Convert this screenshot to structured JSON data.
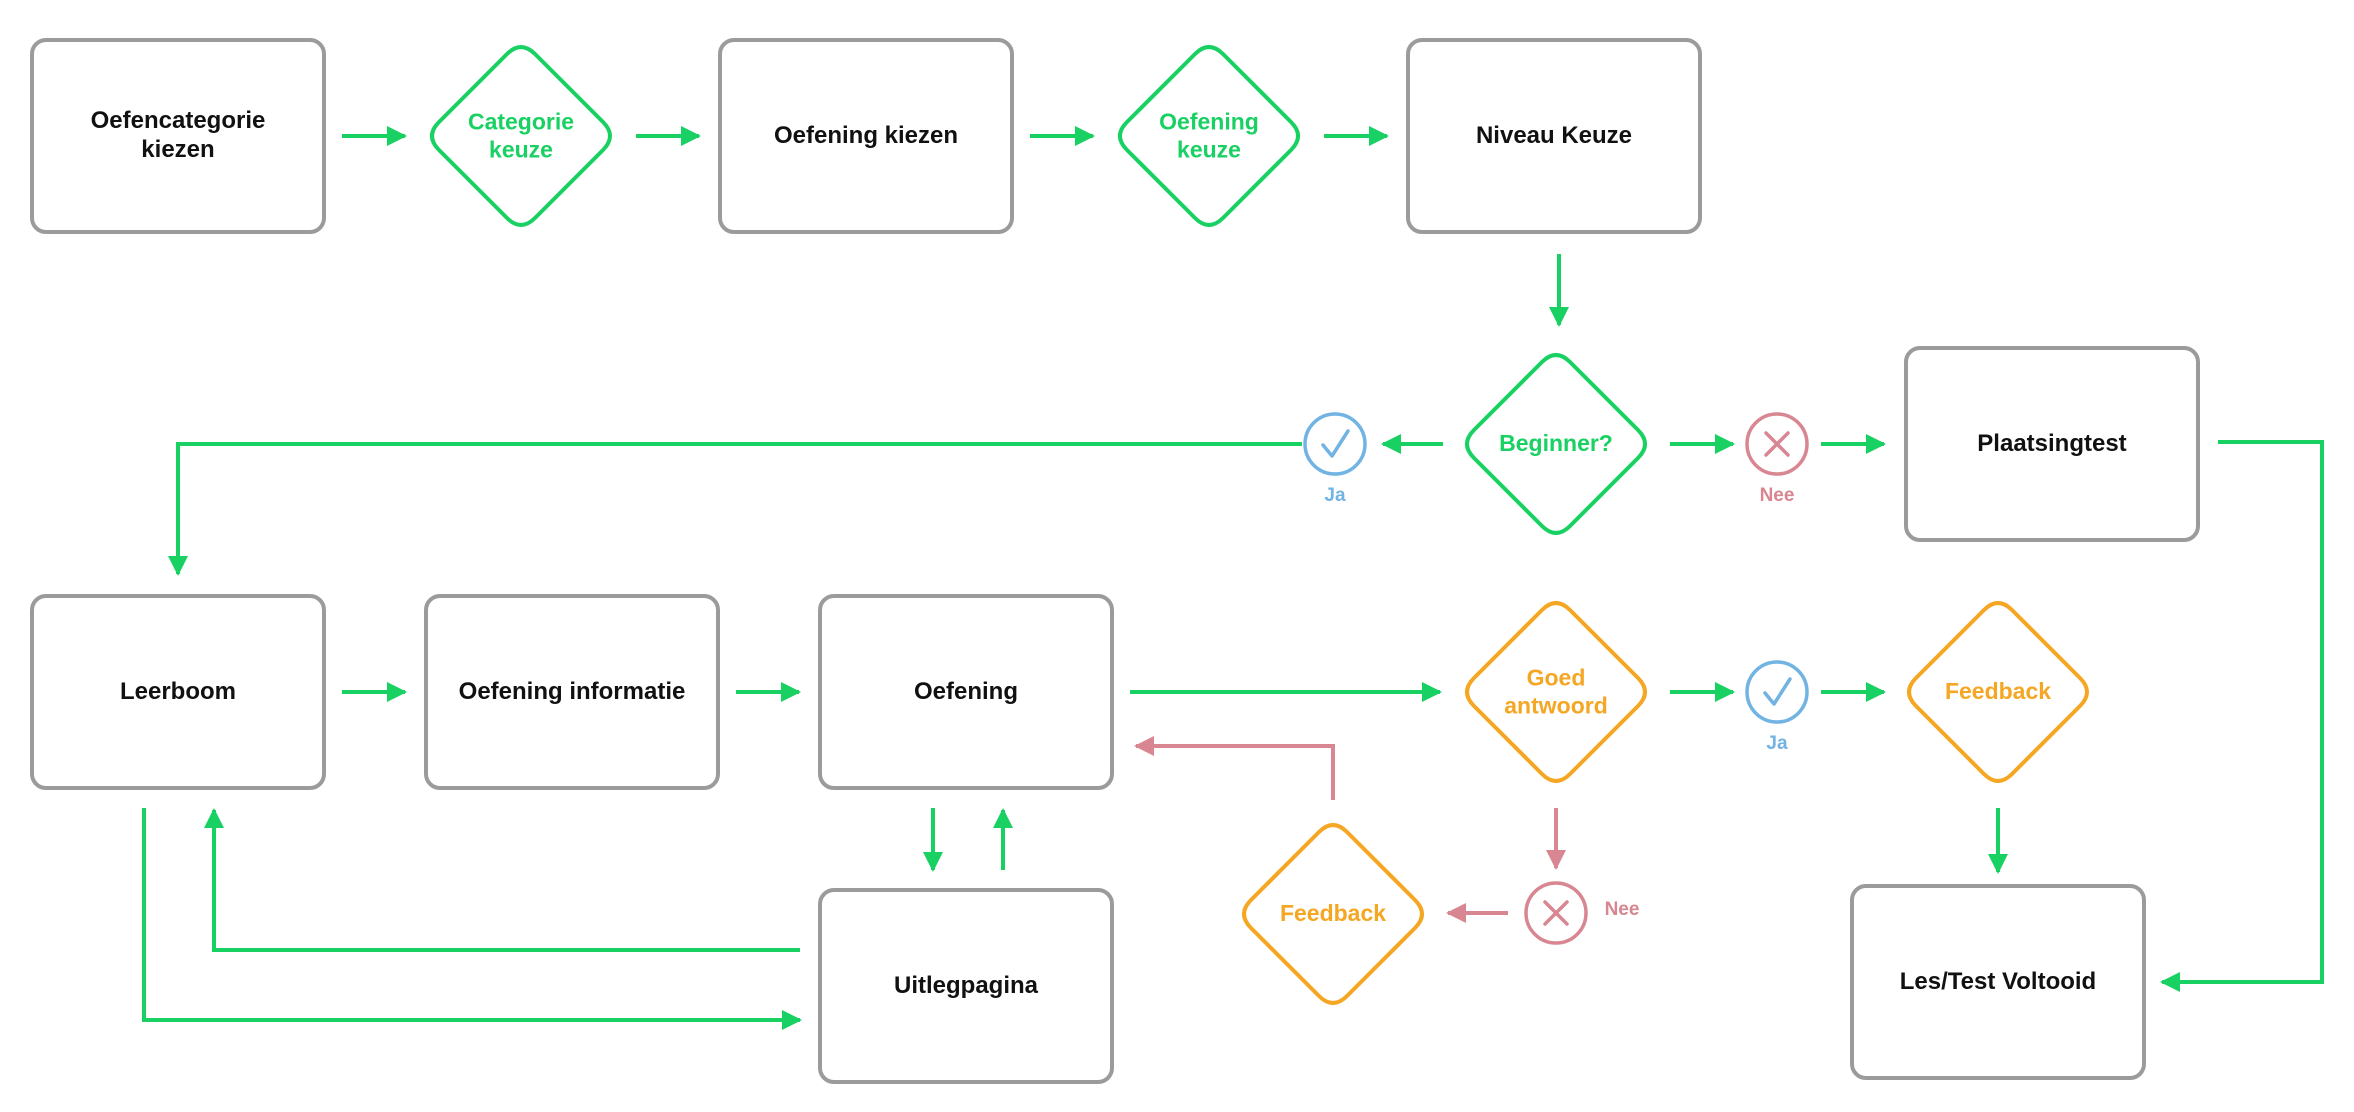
{
  "colors": {
    "green": "#19d163",
    "orange": "#f5a623",
    "gray": "#9b9b9b",
    "red": "#d88691",
    "blue": "#71b3e3",
    "text": "#111111"
  },
  "boxes": {
    "oefencategorie": "Oefencategorie\nkiezen",
    "oefening_kiezen": "Oefening kiezen",
    "niveau_keuze": "Niveau Keuze",
    "plaatsingtest": "Plaatsingtest",
    "leerboom": "Leerboom",
    "oefening_informatie": "Oefening informatie",
    "oefening": "Oefening",
    "uitlegpagina": "Uitlegpagina",
    "les_test_voltooid": "Les/Test Voltooid"
  },
  "decisions": {
    "categorie_keuze": "Categorie\nkeuze",
    "oefening_keuze": "Oefening\nkeuze",
    "beginner": "Beginner?",
    "goed_antwoord": "Goed\nantwoord",
    "feedback_right": "Feedback",
    "feedback_bottom": "Feedback"
  },
  "outcomes": {
    "ja": "Ja",
    "nee": "Nee"
  },
  "icons": {
    "yes": "check-circle-icon",
    "no": "x-circle-icon"
  }
}
